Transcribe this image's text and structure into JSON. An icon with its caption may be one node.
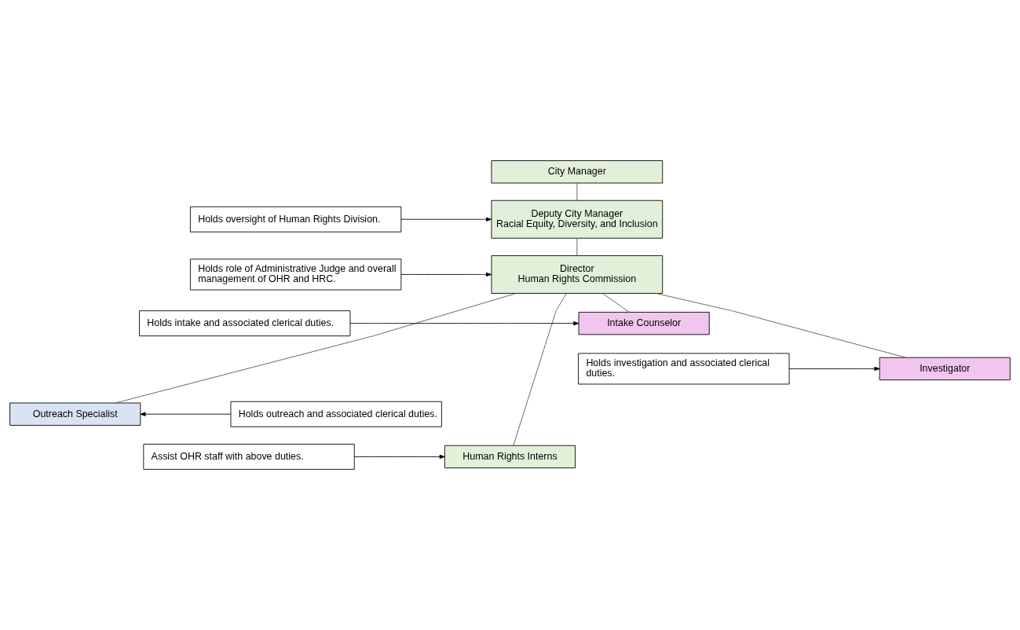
{
  "diagram": {
    "nodes": [
      {
        "text": [
          "City Manager"
        ]
      },
      {
        "text": [
          "Deputy City Manager",
          "Racial Equity, Diversity, and Inclusion"
        ]
      },
      {
        "text": [
          "Director",
          "Human Rights Commission"
        ]
      },
      {
        "text": [
          "Intake Counselor"
        ]
      },
      {
        "text": [
          "Investigator"
        ]
      },
      {
        "text": [
          "Outreach Specialist"
        ]
      },
      {
        "text": [
          "Human Rights Interns"
        ]
      },
      {
        "text": [
          "Holds oversight of Human Rights Division."
        ]
      },
      {
        "text": [
          "Holds role of Administrative Judge and overall management of OHR and HRC."
        ]
      },
      {
        "text": [
          "Holds intake and associated clerical duties."
        ]
      },
      {
        "text": [
          "Holds investigation and associated clerical duties."
        ]
      },
      {
        "text": [
          "Holds outreach and associated clerical duties."
        ]
      },
      {
        "text": [
          "Assist OHR staff with above duties."
        ]
      }
    ],
    "edges": [
      {
        "from": 0,
        "to": 1,
        "arrow": "none"
      },
      {
        "from": 1,
        "to": 2,
        "arrow": "none"
      },
      {
        "from": 2,
        "to": 3,
        "arrow": "none"
      },
      {
        "from": 2,
        "to": 4,
        "arrow": "none"
      },
      {
        "from": 2,
        "to": 5,
        "arrow": "none"
      },
      {
        "from": 2,
        "to": 6,
        "arrow": "none"
      },
      {
        "from": 7,
        "to": 1,
        "arrow": "to"
      },
      {
        "from": 8,
        "to": 2,
        "arrow": "to"
      },
      {
        "from": 9,
        "to": 3,
        "arrow": "to"
      },
      {
        "from": 10,
        "to": 4,
        "arrow": "to"
      },
      {
        "from": 11,
        "to": 5,
        "arrow": "to"
      },
      {
        "from": 12,
        "to": 6,
        "arrow": "to"
      }
    ]
  }
}
